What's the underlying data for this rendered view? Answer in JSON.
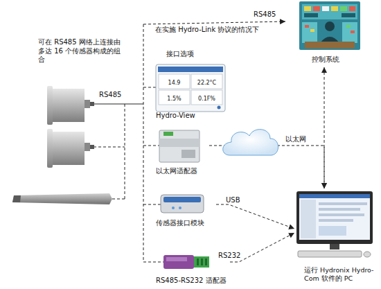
{
  "diagram": {
    "nodes": [
      {
        "text": [
          "控制系统"
        ]
      },
      {
        "text": [
          "14.9",
          "22.2°C",
          "1.5%",
          "0.1F%",
          "Hydro-View"
        ]
      },
      {
        "text": [
          "以太网适配器"
        ]
      },
      {
        "text": [
          "传感器接口模块"
        ]
      },
      {
        "text": [
          "RS485-RS232 适配器"
        ]
      },
      {
        "text": [
          "运行 Hydronix Hydro-Com 软件的 PC"
        ]
      }
    ],
    "edges": [
      {
        "from": 0,
        "to": 5,
        "arrow": "both"
      },
      {
        "from": 2,
        "to": 5,
        "label": "以太网",
        "arrow": "to"
      },
      {
        "from": 3,
        "to": 5,
        "label": "USB",
        "arrow": "to"
      },
      {
        "from": 4,
        "to": 5,
        "label": "RS232",
        "arrow": "to"
      }
    ],
    "labels": [
      "可在 RS485 网络上连接由多达 16 个传感器构成的组合",
      "RS485",
      "在实施 Hydro-Link 协议的情况下",
      "接口选项",
      "RS485"
    ]
  }
}
